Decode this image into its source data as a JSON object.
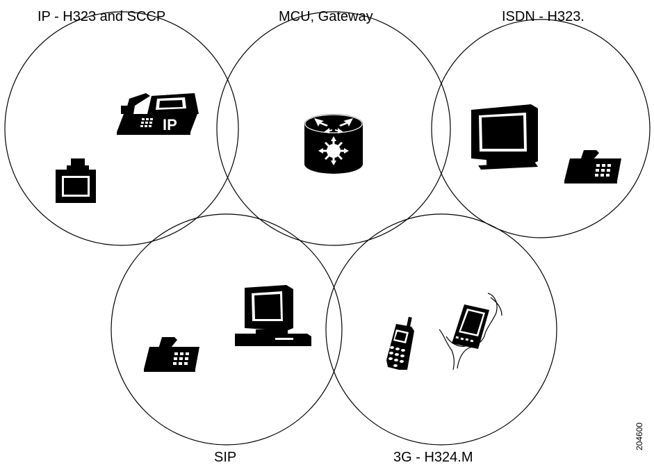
{
  "zones": [
    {
      "id": "ip",
      "label": "IP - H323 and SCCP"
    },
    {
      "id": "mcu",
      "label": "MCU, Gateway"
    },
    {
      "id": "isdn",
      "label": "ISDN - H323."
    },
    {
      "id": "sip",
      "label": "SIP"
    },
    {
      "id": "3g",
      "label": "3G - H324.M"
    }
  ],
  "ip_phone_badge": "IP",
  "figure_number": "204600",
  "icons": {
    "ip_phone": "ip-phone-icon",
    "video_camera": "video-unit-icon",
    "mcu": "router-mcu-icon",
    "isdn_monitor": "video-monitor-icon",
    "isdn_phone": "desk-phone-icon",
    "sip_phone": "desk-phone-icon",
    "sip_pc": "workstation-icon",
    "mobile_phone": "mobile-phone-icon",
    "pda": "handheld-pda-icon"
  },
  "colors": {
    "stroke": "#000000",
    "fill": "#000000",
    "background": "#ffffff"
  }
}
